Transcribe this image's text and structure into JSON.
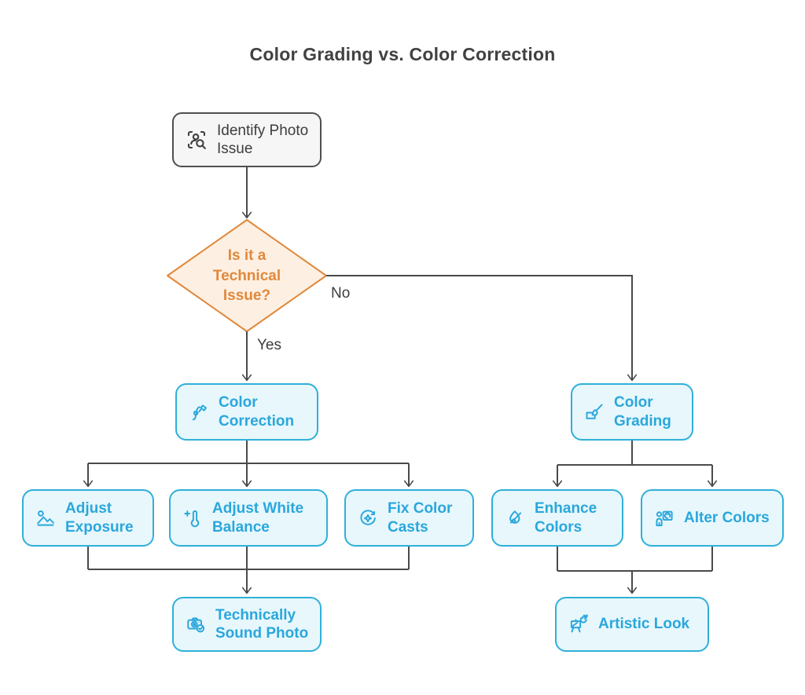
{
  "title": "Color Grading vs. Color Correction",
  "edge_labels": {
    "yes": "Yes",
    "no": "No"
  },
  "nodes": {
    "identify": {
      "label": "Identify Photo Issue",
      "icon": "person-search-icon"
    },
    "decision": {
      "label": "Is it a Technical Issue?"
    },
    "color_correction": {
      "label": "Color Correction",
      "icon": "color-tune-icon"
    },
    "color_grading": {
      "label": "Color Grading",
      "icon": "paintbrush-icon"
    },
    "adjust_exposure": {
      "label": "Adjust Exposure",
      "icon": "landscape-photo-icon"
    },
    "adjust_white_balance": {
      "label": "Adjust White Balance",
      "icon": "thermometer-plus-icon"
    },
    "fix_color_casts": {
      "label": "Fix Color Casts",
      "icon": "refresh-sparkle-icon"
    },
    "enhance_colors": {
      "label": "Enhance Colors",
      "icon": "flame-stroke-icon"
    },
    "alter_colors": {
      "label": "Alter Colors",
      "icon": "person-frame-palette-icon"
    },
    "technically_sound": {
      "label": "Technically Sound Photo",
      "icon": "camera-check-icon"
    },
    "artistic_look": {
      "label": "Artistic Look",
      "icon": "easel-palette-icon"
    }
  },
  "colors": {
    "blue_border": "#2fb0d9",
    "blue_fill": "#e7f7fc",
    "blue_text": "#2aa7dc",
    "orange_border": "#e1883b",
    "orange_fill": "#fdf0e3",
    "gray_fill": "#f6f6f6",
    "gray_border": "#4f4f4f",
    "line": "#4a4a4a",
    "dark_text": "#3d3d3d",
    "title_text": "#414141",
    "background": "#ffffff"
  }
}
